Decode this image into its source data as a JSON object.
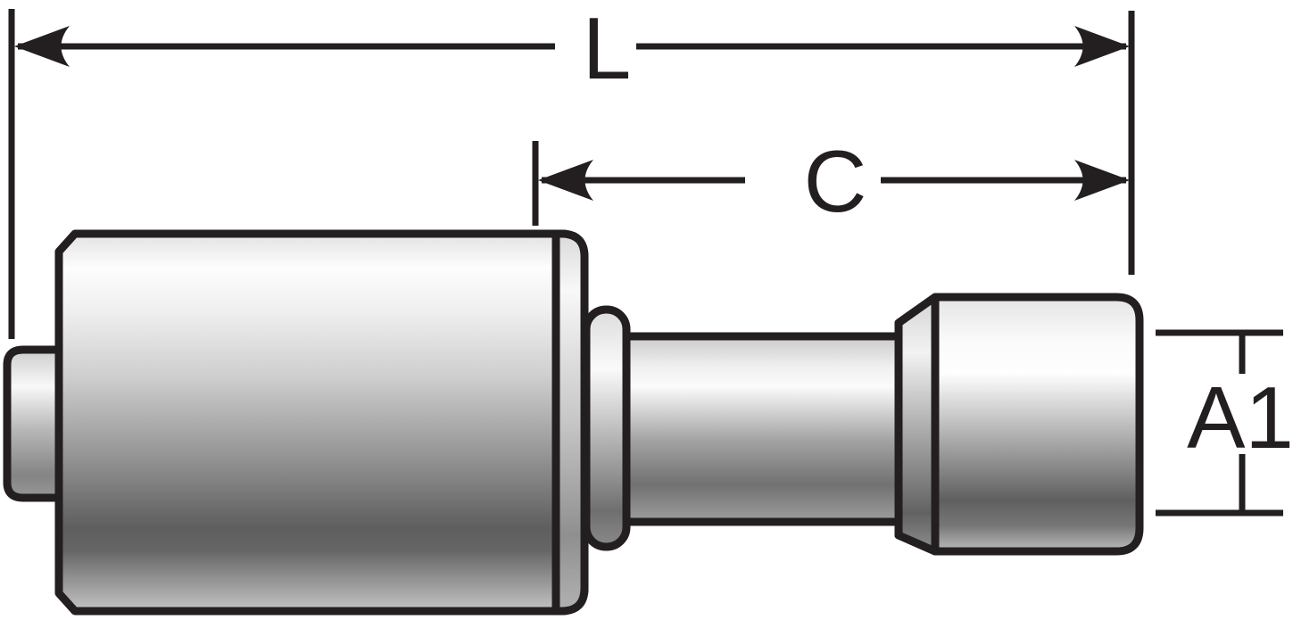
{
  "diagram": {
    "type": "technical-drawing",
    "subject": "hose crimp fitting with beadlock shell, tube and nut - side profile",
    "colors": {
      "background": "#ffffff",
      "outline": "#231f20",
      "metal_light": "#fdfdfd",
      "metal_dark": "#5e5e5e"
    },
    "parts": [
      "hose-nipple-stub",
      "crimp-shell",
      "shell-end-face",
      "collar-bead",
      "tube-body",
      "swivel-nut"
    ],
    "dimensions": {
      "L": {
        "label": "L",
        "orientation": "horizontal",
        "extent": "overall-length"
      },
      "C": {
        "label": "C",
        "orientation": "horizontal",
        "extent": "cut-off-length"
      },
      "A1": {
        "label": "A1",
        "orientation": "vertical",
        "extent": "tube-diameter"
      }
    }
  }
}
